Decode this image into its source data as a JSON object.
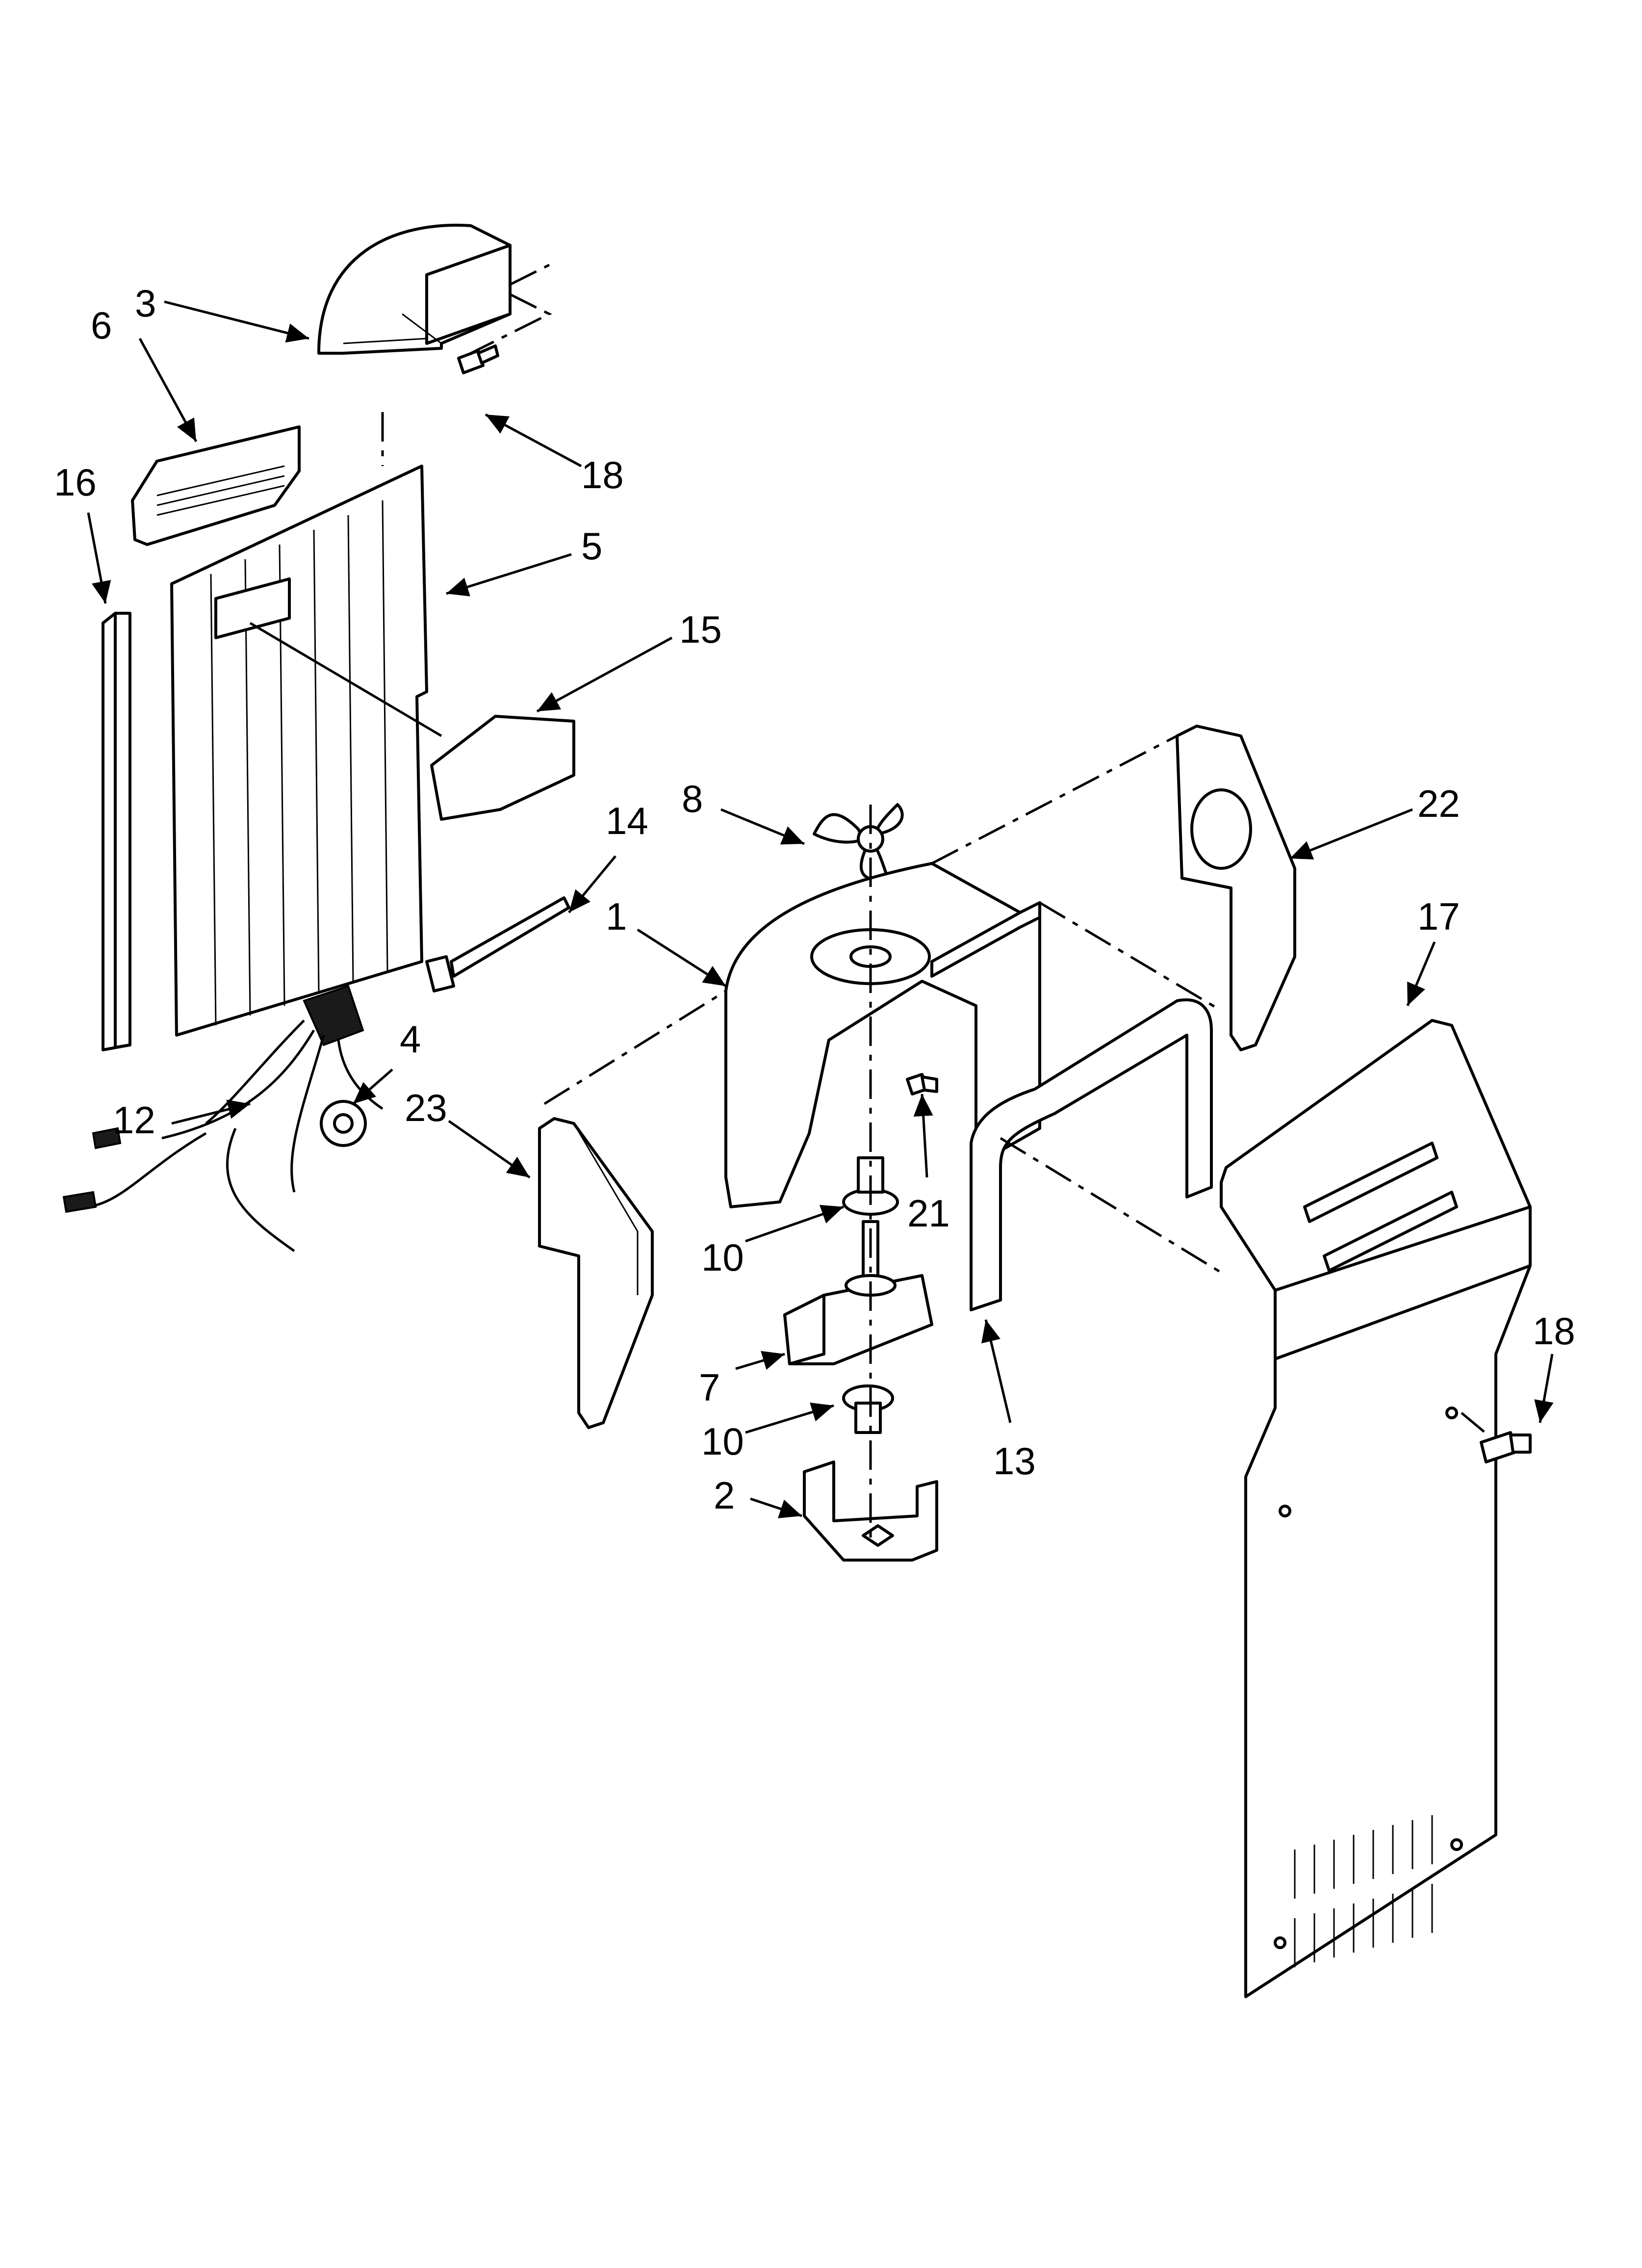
{
  "callouts": [
    "3",
    "6",
    "18",
    "16",
    "5",
    "15",
    "14",
    "8",
    "22",
    "1",
    "17",
    "4",
    "12",
    "23",
    "21",
    "10",
    "10",
    "13",
    "7",
    "18",
    "2"
  ],
  "colors": {
    "ink": "#000000",
    "paper": "#ffffff"
  }
}
